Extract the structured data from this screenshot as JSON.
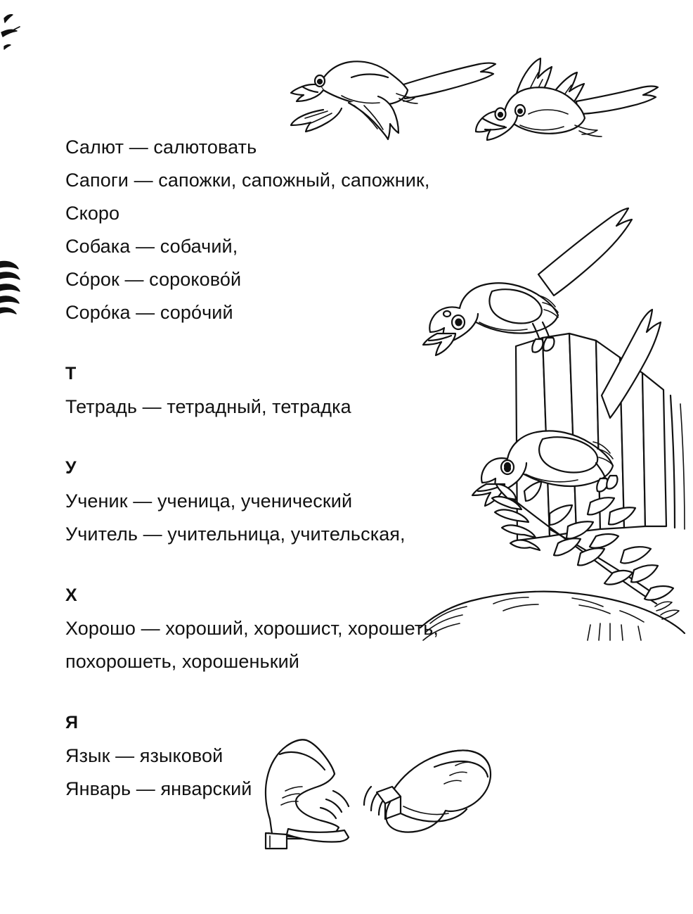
{
  "page": {
    "background_color": "#ffffff",
    "ink_color": "#111111",
    "language": "Russian"
  },
  "content": {
    "sections": [
      {
        "letter": "",
        "lines": [
          "Салют — салютовать",
          "Сапоги — сапожки, сапожный, сапожник,",
          "Скоро",
          "Собака — собачий,",
          "Со́рок — сороково́й",
          "Соро́ка — соро́чий"
        ]
      },
      {
        "letter": "Т",
        "lines": [
          "Тетрадь — тетрадный, тетрадка"
        ]
      },
      {
        "letter": "У",
        "lines": [
          "Ученик — ученица, ученический",
          "Учитель — учительница, учительская,"
        ]
      },
      {
        "letter": "Х",
        "lines": [
          "Хорошо — хороший, хорошист, хорошеть,",
          "похорошеть, хорошенький"
        ]
      },
      {
        "letter": "Я",
        "lines": [
          "Язык — языковой",
          "Январь — январский"
        ]
      }
    ]
  },
  "illustrations": [
    {
      "id": "flying-birds",
      "name": "two-flying-magpies-illustration",
      "description": "Two line-art magpies flying to the right with open beaks and long tails"
    },
    {
      "id": "perched-birds",
      "name": "two-perched-magpies-on-fence-illustration",
      "description": "Two line-art magpies perched on a wooden plank fence with a leafy branch and grassy mound below"
    },
    {
      "id": "boots",
      "name": "pair-of-boots-illustration",
      "description": "Two line-art boots facing each other with motion lines between them"
    },
    {
      "id": "edge-top",
      "name": "cropped-grass-mark-left-edge",
      "description": "Small cropped ink mark at the top left page edge"
    },
    {
      "id": "edge-mid",
      "name": "cropped-feather-tip-left-edge",
      "description": "Cropped feathered wing tip at the left page edge"
    }
  ]
}
